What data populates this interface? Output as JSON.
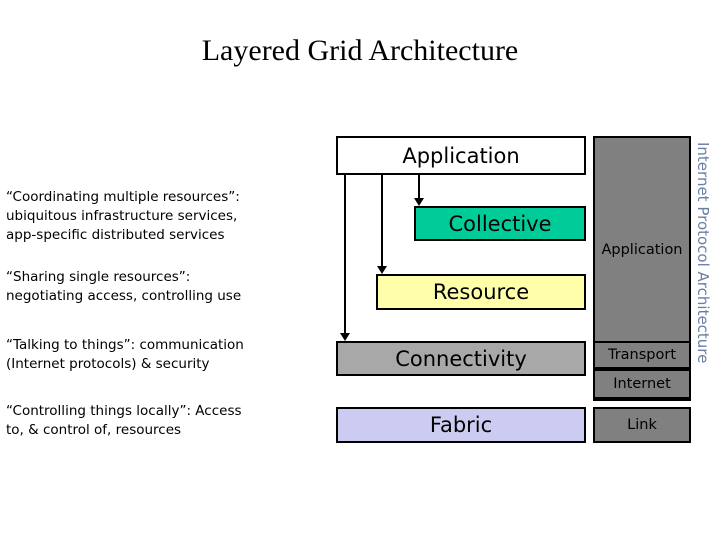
{
  "title": "Layered Grid Architecture",
  "descriptions": [
    {
      "id": "collective-description",
      "lines": [
        "“Coordinating multiple resources”:",
        "ubiquitous infrastructure services,",
        "app-specific distributed services"
      ]
    },
    {
      "id": "resource-description",
      "lines": [
        "“Sharing single resources”:",
        "negotiating access, controlling use"
      ]
    },
    {
      "id": "connectivity-description",
      "lines": [
        "“Talking to things”: communication",
        "(Internet protocols) & security"
      ]
    },
    {
      "id": "fabric-description",
      "lines": [
        "“Controlling things locally”: Access",
        "to, & control of, resources"
      ]
    }
  ],
  "grid_layers": [
    {
      "id": "application",
      "label": "Application",
      "color": "#ffffff"
    },
    {
      "id": "collective",
      "label": "Collective",
      "color": "#00cc99"
    },
    {
      "id": "resource",
      "label": "Resource",
      "color": "#ffffaa"
    },
    {
      "id": "connectivity",
      "label": "Connectivity",
      "color": "#a8a8a8"
    },
    {
      "id": "fabric",
      "label": "Fabric",
      "color": "#ccccf2"
    }
  ],
  "ip_stack": {
    "caption": "Internet Protocol Architecture",
    "caption_color": "#6b7fa3",
    "box_color": "#808080",
    "layers": [
      {
        "id": "ip-application",
        "label": "Application"
      },
      {
        "id": "ip-transport",
        "label": "Transport"
      },
      {
        "id": "ip-internet",
        "label": "Internet"
      },
      {
        "id": "ip-link",
        "label": "Link"
      }
    ]
  }
}
